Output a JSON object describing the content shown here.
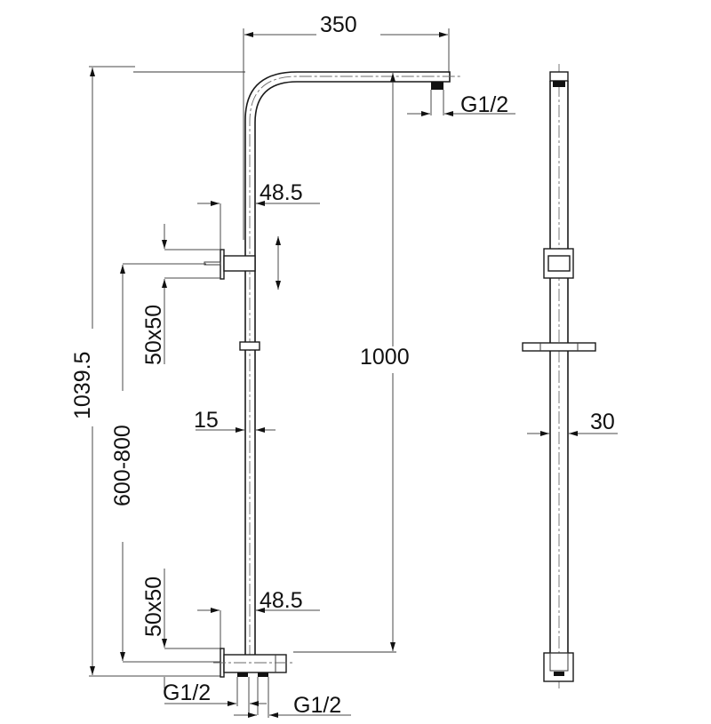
{
  "drawing": {
    "title": "Shower column technical drawing",
    "colors": {
      "line": "#1a1a1a",
      "dimension": "#4a4a4a",
      "background": "#ffffff"
    },
    "front_view": {
      "dimensions": {
        "arm_length": "350",
        "top_outlet_thread": "G1/2",
        "upper_offset": "48.5",
        "upper_bracket": "50x50",
        "total_height": "1039.5",
        "column_height": "1000",
        "pipe_diameter": "15",
        "bracket_spacing": "600-800",
        "lower_bracket": "50x50",
        "lower_offset": "48.5",
        "bottom_inlet_left": "G1/2",
        "bottom_inlet_right": "G1/2"
      }
    },
    "side_view": {
      "dimensions": {
        "tube_width": "30"
      }
    }
  }
}
